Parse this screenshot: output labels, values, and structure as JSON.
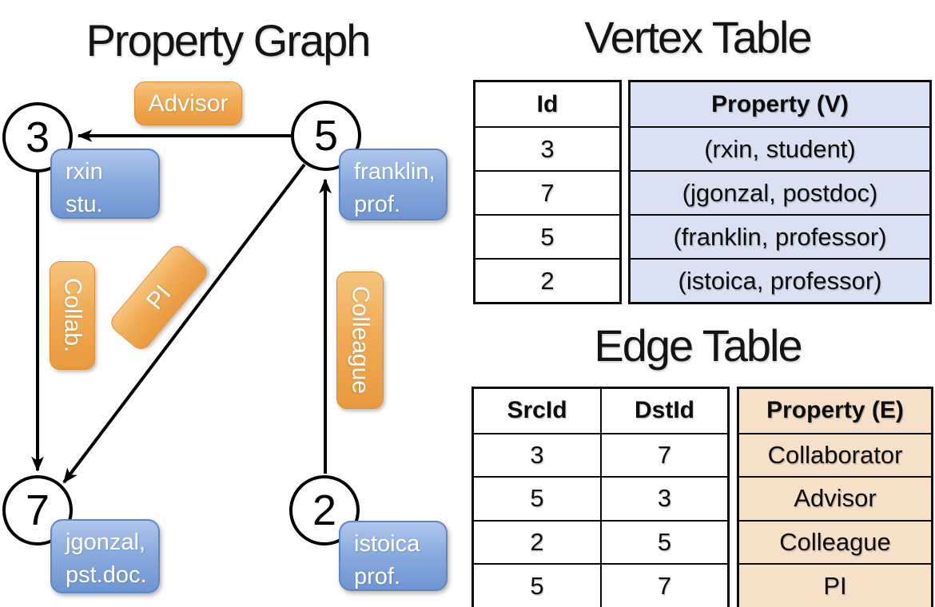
{
  "graph": {
    "title": "Property Graph",
    "nodes": [
      {
        "id": "3",
        "prop_line1": "rxin",
        "prop_line2": "stu."
      },
      {
        "id": "5",
        "prop_line1": "franklin,",
        "prop_line2": "prof."
      },
      {
        "id": "7",
        "prop_line1": "jgonzal,",
        "prop_line2": "pst.doc."
      },
      {
        "id": "2",
        "prop_line1": "istoica",
        "prop_line2": "prof."
      }
    ],
    "edge_labels": {
      "advisor": "Advisor",
      "collab": "Collab.",
      "pi": "PI",
      "colleague": "Colleague"
    }
  },
  "vertex_table": {
    "title": "Vertex Table",
    "headers": {
      "id": "Id",
      "property": "Property (V)"
    },
    "rows": [
      {
        "id": "3",
        "property": "(rxin, student)"
      },
      {
        "id": "7",
        "property": "(jgonzal, postdoc)"
      },
      {
        "id": "5",
        "property": "(franklin, professor)"
      },
      {
        "id": "2",
        "property": "(istoica, professor)"
      }
    ]
  },
  "edge_table": {
    "title": "Edge Table",
    "headers": {
      "src": "SrcId",
      "dst": "DstId",
      "property": "Property (E)"
    },
    "rows": [
      {
        "src": "3",
        "dst": "7",
        "property": "Collaborator"
      },
      {
        "src": "5",
        "dst": "3",
        "property": "Advisor"
      },
      {
        "src": "2",
        "dst": "5",
        "property": "Colleague"
      },
      {
        "src": "5",
        "dst": "7",
        "property": "PI"
      }
    ]
  },
  "colors": {
    "edge_label_orange": "#E89A3E",
    "vertex_prop_blue": "#7B9FD6",
    "vertex_table_fill": "#D9E2F3",
    "edge_table_fill": "#F6E0C7",
    "line_black": "#000000"
  }
}
